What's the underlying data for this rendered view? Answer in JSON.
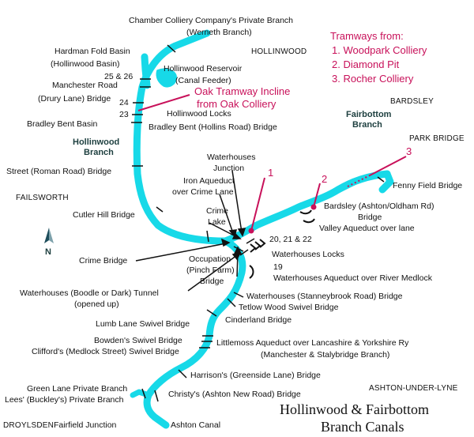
{
  "title": {
    "line1": "Hollinwood & Fairbottom",
    "line2": "Branch Canals"
  },
  "legend": {
    "heading": "Tramways from:",
    "items": [
      "1. Woodpark Colliery",
      "2. Diamond Pit",
      "3. Rocher Colliery"
    ]
  },
  "places": {
    "hollinwood": "HOLLINWOOD",
    "bardsley": "BARDSLEY",
    "park_bridge": "PARK BRIDGE",
    "failsworth": "FAILSWORTH",
    "ashton": "ASHTON-UNDER-LYNE",
    "droylsden": "DROYLSDEN"
  },
  "branches": {
    "hollinwood_1": "Hollinwood",
    "hollinwood_2": "Branch",
    "fairbottom_1": "Fairbottom",
    "fairbottom_2": "Branch"
  },
  "compass": "N",
  "tramway_numbers": [
    "1",
    "2",
    "3"
  ],
  "oak_tramway": {
    "line1": "Oak Tramway Incline",
    "line2": "from Oak Colliery"
  },
  "labels": {
    "chamber_1": "Chamber Colliery Company's Private Branch",
    "chamber_2": "(Werneth Branch)",
    "hardman_1": "Hardman Fold Basin",
    "hardman_2": "(Hollinwood Basin)",
    "locks_25_26": "25 & 26",
    "manchester_rd_1": "Manchester Road",
    "manchester_rd_2": "(Drury Lane) Bridge",
    "lock_24": "24",
    "lock_23": "23",
    "reservoir_1": "Hollinwood Reservoir",
    "reservoir_2": "(Canal Feeder)",
    "hollinwood_locks": "Hollinwood Locks",
    "bradley_basin": "Bradley Bent Basin",
    "bradley_bridge": "Bradley Bent (Hollins Road) Bridge",
    "waterhouses_jn_1": "Waterhouses",
    "waterhouses_jn_2": "Junction",
    "street_bridge": "Street (Roman Road) Bridge",
    "iron_aqueduct_1": "Iron Aqueduct",
    "iron_aqueduct_2": "over Crime Lane",
    "fenny_field": "Fenny Field Bridge",
    "cutler_hill": "Cutler Hill Bridge",
    "crime_lake_1": "Crime",
    "crime_lake_2": "Lake",
    "bardsley_bridge_1": "Bardsley (Ashton/Oldham Rd)",
    "bardsley_bridge_2": "Bridge",
    "valley_aqueduct": "Valley Aqueduct over lane",
    "locks_20_22": "20, 21 & 22",
    "waterhouses_locks": "Waterhouses Locks",
    "crime_bridge": "Crime Bridge",
    "occupation_1": "Occupation",
    "occupation_2": "(Pinch Farm)",
    "occupation_3": "Bridge",
    "lock_19": "19",
    "medlock_aqueduct": "Waterhouses Aqueduct over River Medlock",
    "tunnel_1": "Waterhouses (Boodle or Dark) Tunnel",
    "tunnel_2": "(opened up)",
    "stanneybrook": "Waterhouses (Stanneybrook Road) Bridge",
    "tetlow": "Tetlow Wood Swivel Bridge",
    "cinderland": "Cinderland Bridge",
    "lumb_lane": "Lumb Lane Swivel Bridge",
    "bowden": "Bowden's Swivel Bridge",
    "clifford": "Clifford's (Medlock Street) Swivel Bridge",
    "littlemoss_1": "Littlemoss Aqueduct over Lancashire & Yorkshire Ry",
    "littlemoss_2": "(Manchester & Stalybridge Branch)",
    "harrison": "Harrison's (Greenside Lane) Bridge",
    "green_lane": "Green Lane Private Branch",
    "lees": "Lees' (Buckley's) Private Branch",
    "christy": "Christy's (Ashton New Road) Bridge",
    "fairfield": "Fairfield Junction",
    "ashton_canal": "Ashton Canal"
  },
  "colors": {
    "canal": "#17d9e8",
    "tramway": "#c8115a",
    "text": "#111111",
    "branch_text": "#1d3f3f"
  }
}
